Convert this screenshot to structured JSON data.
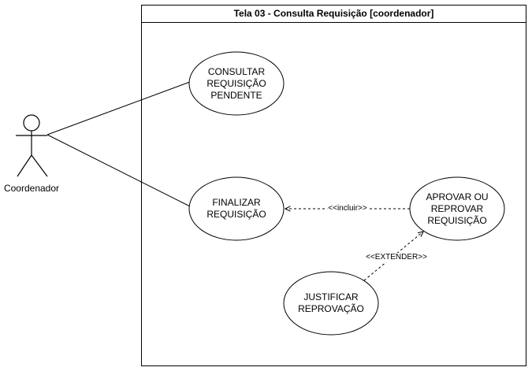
{
  "system": {
    "title": "Tela 03 - Consulta Requisição [coordenador]"
  },
  "actor": {
    "name": "Coordenador"
  },
  "use_cases": {
    "consultar": "CONSULTAR\nREQUISIÇÃO\nPENDENTE",
    "finalizar": "FINALIZAR\nREQUISIÇÃO",
    "aprovar": "APROVAR OU\nREPROVAR\nREQUISIÇÃO",
    "justificar": "JUSTIFICAR\nREPROVAÇÃO"
  },
  "relationships": {
    "incluir": "<<incluir>>",
    "extender": "<<EXTENDER>>"
  },
  "colors": {
    "stroke": "#000000",
    "fill": "#ffffff",
    "text": "#000000"
  }
}
